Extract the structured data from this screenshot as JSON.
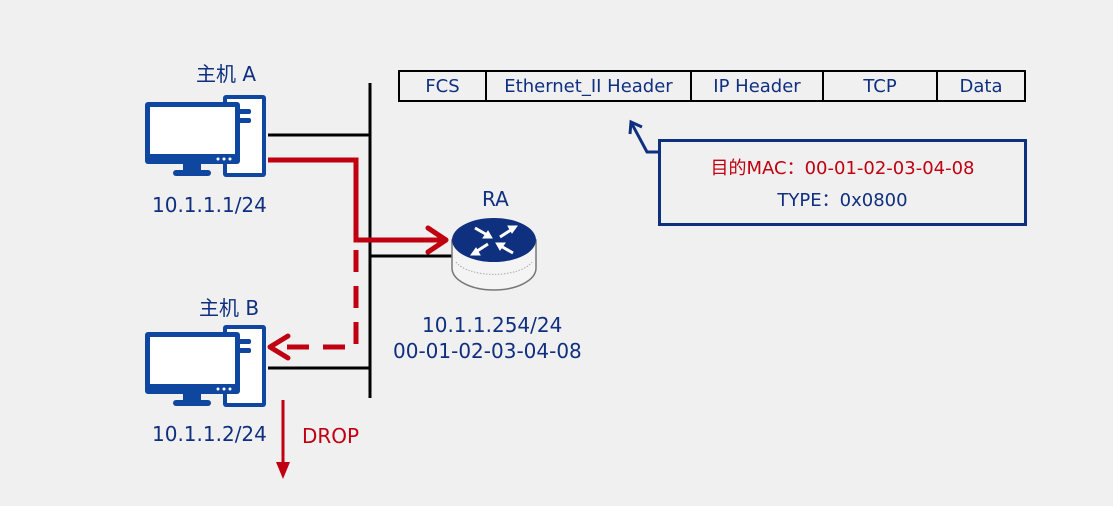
{
  "hosts": [
    {
      "name": "主机 A",
      "ip": "10.1.1.1/24"
    },
    {
      "name": "主机 B",
      "ip": "10.1.1.2/24"
    }
  ],
  "router": {
    "name": "RA",
    "ip": "10.1.1.254/24",
    "mac": "00-01-02-03-04-08"
  },
  "frame": {
    "fields": [
      "FCS",
      "Ethernet_II Header",
      "IP Header",
      "TCP",
      "Data"
    ]
  },
  "info": {
    "dest_mac": "目的MAC：00-01-02-03-04-08",
    "type": "TYPE：0x0800"
  },
  "drop_label": "DROP",
  "colors": {
    "primary": "#0f2f7f",
    "accent": "#c00010",
    "background": "#f0f0f0",
    "line": "#000000"
  }
}
